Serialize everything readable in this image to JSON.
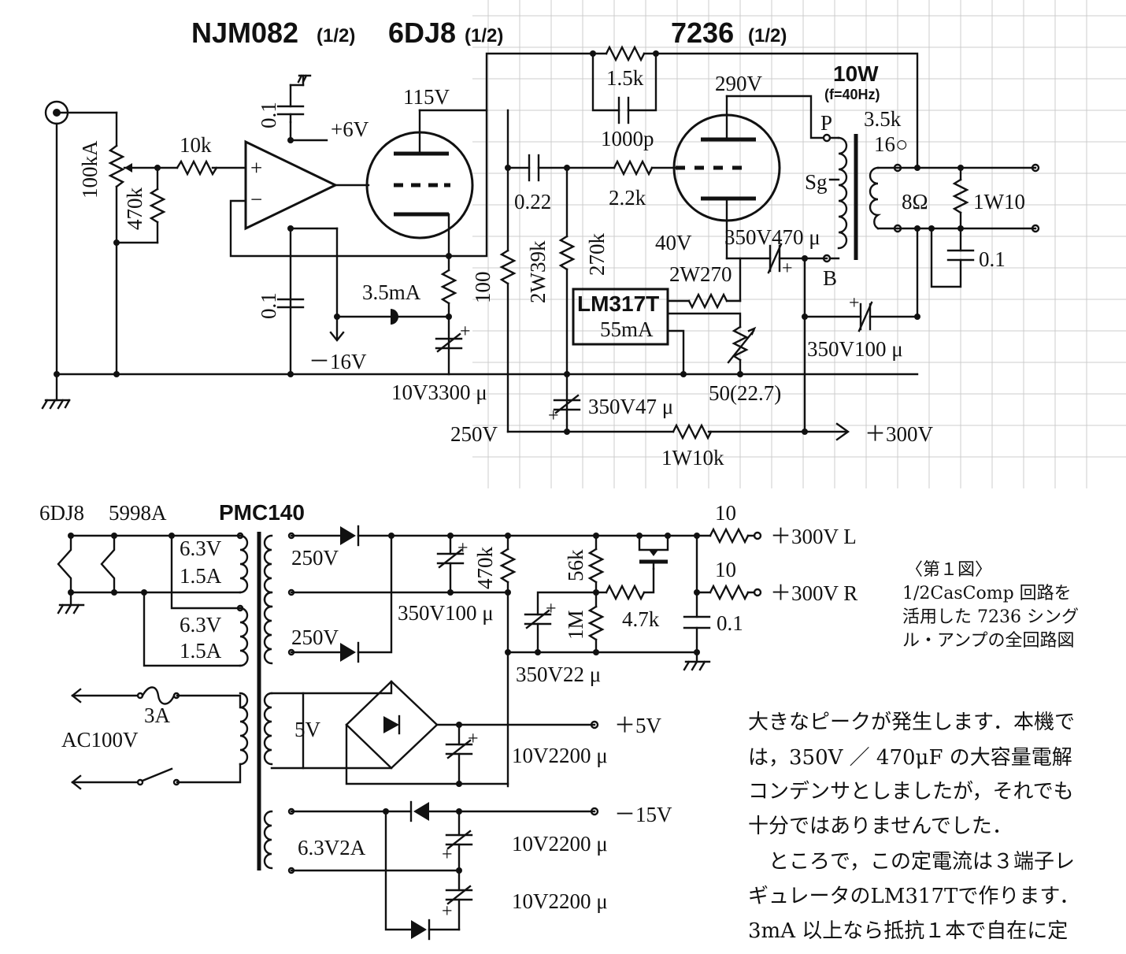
{
  "heading": {
    "opamp": "NJM082",
    "opamp_unit": "(1/2)",
    "driver": "6DJ8",
    "driver_unit": "(1/2)",
    "output": "7236",
    "output_unit": "(1/2)"
  },
  "amp": {
    "pot": "100kA",
    "r_470k": "470k",
    "r_10k": "10k",
    "c_top": "0.1",
    "c_bot": "0.1",
    "plus6": "+6V",
    "minus16": "－16V",
    "v115": "115V",
    "i35": "3.5mA",
    "r100": "100",
    "c3300": "10V3300 μ",
    "r15k": "1.5k",
    "c1000p": "1000p",
    "c022": "0.22",
    "r22k": "2.2k",
    "r2w39k": "2W39k",
    "r270k": "270k",
    "v290": "290V",
    "v40": "40V",
    "c350_470": "350V470 μ",
    "r2w270": "2W270",
    "lm317": "LM317T",
    "i55": "55mA",
    "r50": "50(22.7)",
    "c350_47": "350V47 μ",
    "v250": "250V",
    "r1w10k": "1W10k",
    "v300": "＋300V",
    "c350_100": "350V100 μ",
    "out_power": "10W",
    "out_freq": "(f=40Hz)",
    "xfmr_z": "3.5k",
    "xfmr_z2": "16○",
    "p": "P",
    "sg": "Sg",
    "b": "B",
    "r8": "8Ω",
    "r1w10": "1W10",
    "c01_out": "0.1"
  },
  "psu": {
    "h1": "6DJ8",
    "h2": "5998A",
    "xfmr": "PMC140",
    "w1a": "6.3V",
    "w1b": "1.5A",
    "w2a": "6.3V",
    "w2b": "1.5A",
    "hv1": "250V",
    "hv2": "250V",
    "fuse": "3A",
    "mains": "AC100V",
    "c350_100": "350V100 μ",
    "r470k": "470k",
    "r56k": "56k",
    "r1m": "1M",
    "r47k": "4.7k",
    "c350_22": "350V22 μ",
    "r10a": "10",
    "r10b": "10",
    "out_l": "＋300V L",
    "out_r": "＋300V R",
    "c01": "0.1",
    "w5": "5V",
    "out5": "＋5V",
    "c2200a": "10V2200 μ",
    "w63": "6.3V2A",
    "out15": "－15V",
    "c2200b": "10V2200 μ",
    "c2200c": "10V2200 μ"
  },
  "caption": {
    "l1": "〈第１図〉",
    "l2": "1/2CasComp 回路を",
    "l3": "活用した 7236 シング",
    "l4": "ル・アンプの全回路図"
  },
  "body_text": {
    "l1": "大きなピークが発生します．本機で",
    "l2": "は，350V ／ 470μF の大容量電解",
    "l3": "コンデンサとしましたが，それでも",
    "l4": "十分ではありませんでした．",
    "l5": "　ところで，この定電流は３端子レ",
    "l6": "ギュレータのLM317Tで作ります．",
    "l7": "3mA 以上なら抵抗１本で自在に定"
  }
}
